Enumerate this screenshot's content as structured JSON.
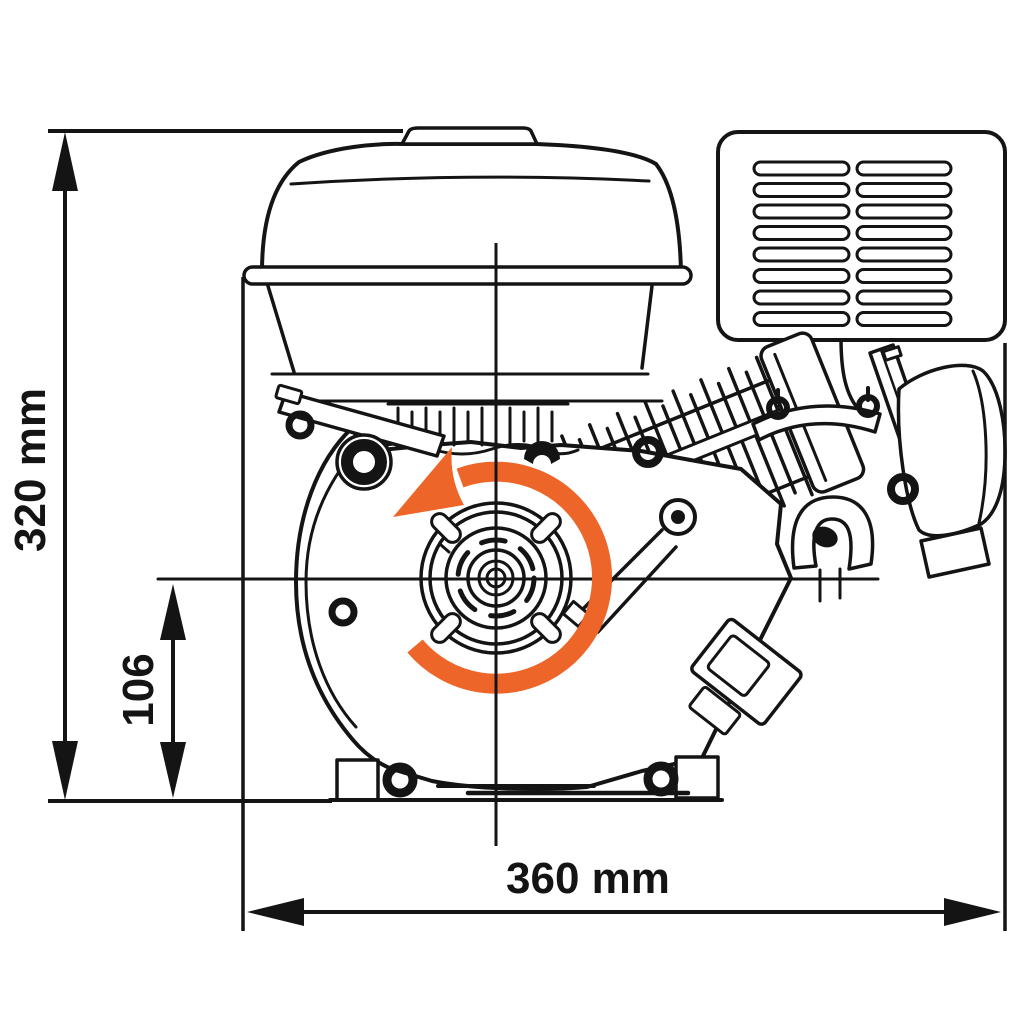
{
  "diagram_title": "Petrol engine side view technical drawing with overall dimensions",
  "dimension_labels": {
    "height": "320 mm",
    "crankshaft_height": "106",
    "width": "360 mm"
  },
  "rotation_indicator": {
    "direction": "counterclockwise"
  },
  "colors": {
    "line": "#141414",
    "accent": "#ee6529",
    "background": "#ffffff"
  },
  "parts": [
    "fuel-tank",
    "fuel-filler-cap",
    "muffler",
    "muffler-louvers",
    "exhaust-pipe",
    "cylinder-cooling-fins",
    "valve-cover",
    "crankcase",
    "crankshaft-pto-center",
    "gear-housing",
    "carburetor-assembly",
    "mounting-feet",
    "center-lines",
    "rotation-arrow"
  ]
}
